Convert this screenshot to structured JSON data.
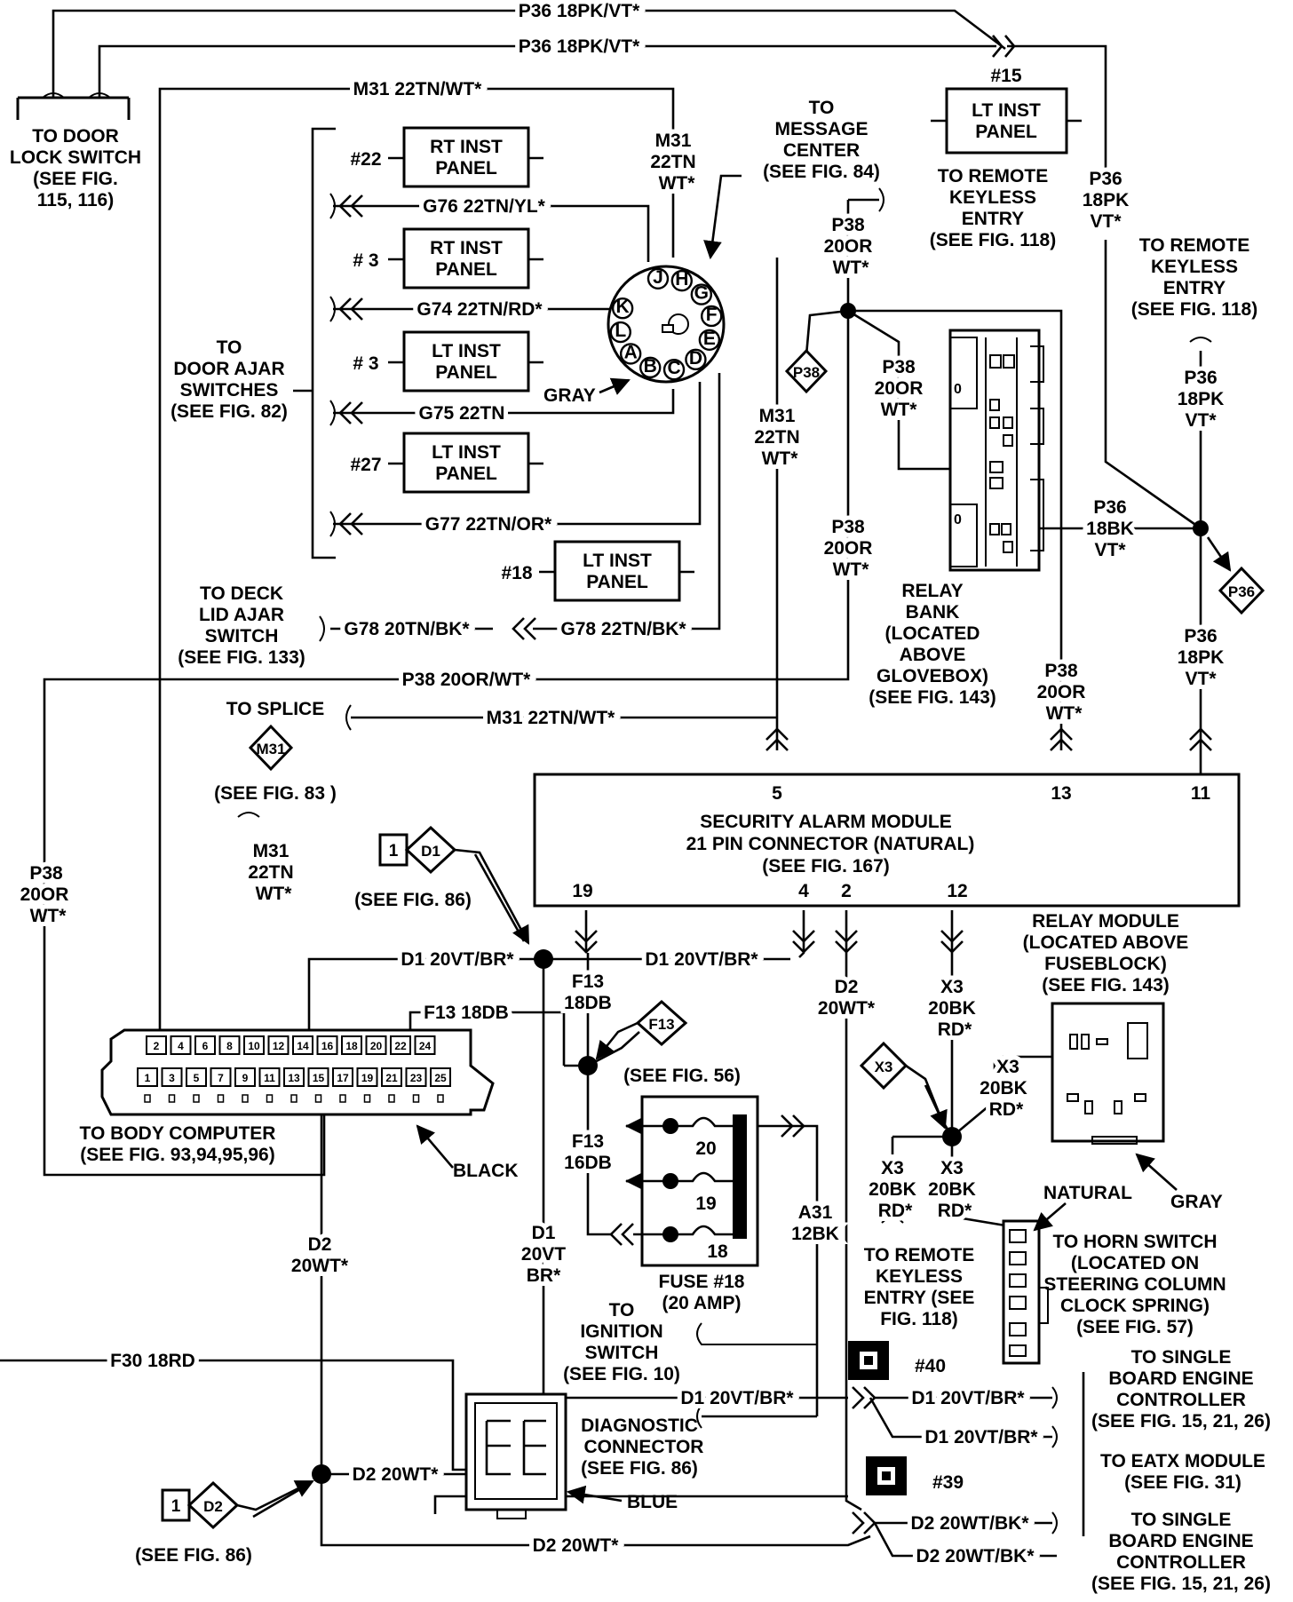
{
  "wires": {
    "p36_top1": "P36  18PK/VT*",
    "p36_top2": "P36  18PK/VT*",
    "m31_top": "M31  22TN/WT*",
    "g76": "G76 22TN/YL*",
    "g74": "G74 22TN/RD*",
    "g75": "G75 22TN",
    "g77": "G77 22TN/OR*",
    "g78_a": "G78 20TN/BK*",
    "g78_b": "G78 22TN/BK*",
    "p38_mid": "P38 20OR/WT*",
    "m31_mid": "M31 22TN/WT*",
    "d1_a": "D1 20VT/BR*",
    "d1_b": "D1 20VT/BR*",
    "f13": "F13 18DB",
    "f30": "F30 18RD",
    "d1_c": "D1 20VT/BR*",
    "d1_d": "D1 20VT/BR*",
    "d1_e": "D1 20VT/BR*",
    "d2_a": "D2 20WT*",
    "d2_b": "D2 20WT*",
    "d2_c": "D2 20WT/BK*",
    "d2_d": "D2 20WT/BK*"
  },
  "vlabels": {
    "m31_clock": [
      "M31",
      "22TN",
      "WT*"
    ],
    "m31_vert": [
      "M31",
      "22TN",
      "WT*"
    ],
    "m31_left": [
      "M31",
      "22TN",
      "WT*"
    ],
    "p38_top": [
      "P38",
      "20OR",
      "WT*"
    ],
    "p38_relay": [
      "P38",
      "20OR",
      "WT*"
    ],
    "p38_low": [
      "P38",
      "20OR",
      "WT*"
    ],
    "p38_right": [
      "P38",
      "20OR",
      "WT*"
    ],
    "p38_left": [
      "P38",
      "20OR",
      "WT*"
    ],
    "p36_a": [
      "P36",
      "18PK",
      "VT*"
    ],
    "p36_b": [
      "P36",
      "18PK",
      "VT*"
    ],
    "p36_bk": [
      "P36",
      "18BK",
      "VT*"
    ],
    "p36_c": [
      "P36",
      "18PK",
      "VT*"
    ],
    "f13_a": [
      "F13",
      "18DB"
    ],
    "f13_b": [
      "F13",
      "16DB"
    ],
    "d2_mid": [
      "D2",
      "20WT*"
    ],
    "d2_left": [
      "D2",
      "20WT*"
    ],
    "d1_vert": [
      "D1",
      "20VT",
      "BR*"
    ],
    "x3_a": [
      "X3",
      "20BK",
      "RD*"
    ],
    "x3_b": [
      "X3",
      "20BK",
      "RD*"
    ],
    "x3_c": [
      "X3",
      "20BK",
      "RD*"
    ],
    "x3_d": [
      "X3",
      "20BK",
      "RD*"
    ],
    "a31": [
      "A31",
      "12BK"
    ]
  },
  "components": {
    "door_lock": [
      "TO DOOR",
      "LOCK SWITCH",
      "(SEE FIG.",
      "115, 116)"
    ],
    "door_ajar": [
      "TO",
      "DOOR AJAR",
      "SWITCHES",
      "(SEE FIG. 82)"
    ],
    "message_center": [
      "TO",
      "MESSAGE",
      "CENTER",
      "(SEE FIG. 84)"
    ],
    "remote_keyless_1": [
      "TO REMOTE",
      "KEYLESS",
      "ENTRY",
      "(SEE FIG. 118)"
    ],
    "remote_keyless_2": [
      "TO REMOTE",
      "KEYLESS",
      "ENTRY",
      "(SEE FIG. 118)"
    ],
    "remote_keyless_3": [
      "TO REMOTE",
      "KEYLESS",
      "ENTRY (SEE",
      "FIG. 118)"
    ],
    "deck_lid": [
      "TO DECK",
      "LID AJAR",
      "SWITCH",
      "(SEE FIG. 133)"
    ],
    "relay_bank": [
      "RELAY",
      "BANK",
      "(LOCATED",
      "ABOVE",
      "GLOVEBOX)",
      "(SEE FIG. 143)"
    ],
    "splice": "TO  SPLICE",
    "splice_fig": "(SEE FIG. 83 )",
    "sam_title": "SECURITY ALARM MODULE",
    "sam_sub": "21 PIN CONNECTOR (NATURAL)",
    "sam_fig": "(SEE FIG. 167)",
    "relay_module": [
      "RELAY MODULE",
      "(LOCATED ABOVE",
      "FUSEBLOCK)",
      "(SEE FIG. 143)"
    ],
    "body_computer": [
      "TO BODY COMPUTER",
      "(SEE FIG. 93,94,95,96)"
    ],
    "black": "BLACK",
    "gray_clock": "GRAY",
    "see_fig_86a": "(SEE FIG. 86)",
    "see_fig_86b": "(SEE FIG. 86)",
    "see_fig_56": "(SEE FIG. 56)",
    "fuse": [
      "FUSE #18",
      "(20 AMP)"
    ],
    "ignition": [
      "TO",
      "IGNITION",
      "SWITCH",
      "(SEE FIG. 10)"
    ],
    "horn_switch": [
      "TO HORN SWITCH",
      "(LOCATED ON",
      "STEERING COLUMN",
      "CLOCK SPRING)",
      "(SEE FIG. 57)"
    ],
    "natural": "NATURAL",
    "gray_relay": "GRAY",
    "diag_conn": [
      "DIAGNOSTIC",
      "CONNECTOR",
      "(SEE FIG. 86)"
    ],
    "blue": "BLUE",
    "sbec_1": [
      "TO SINGLE",
      "BOARD ENGINE",
      "CONTROLLER",
      "(SEE FIG. 15, 21, 26)"
    ],
    "eatx": [
      "TO EATX MODULE",
      "(SEE FIG. 31)"
    ],
    "sbec_2": [
      "TO SINGLE",
      "BOARD ENGINE",
      "CONTROLLER",
      "(SEE FIG. 15, 21, 26)"
    ]
  },
  "panels": {
    "lt15": [
      "LT INST",
      "PANEL"
    ],
    "rt22": [
      "RT INST",
      "PANEL"
    ],
    "rt3": [
      "RT INST",
      "PANEL"
    ],
    "lt3": [
      "LT INST",
      "PANEL"
    ],
    "lt27": [
      "LT INST",
      "PANEL"
    ],
    "lt18": [
      "LT INST",
      "PANEL"
    ]
  },
  "refs": {
    "n15": "#15",
    "n22": "#22",
    "n3a": "# 3",
    "n3b": "# 3",
    "n27": "#27",
    "n18": "#18",
    "n40": "#40",
    "n39": "#39"
  },
  "diamonds": {
    "p38": "P38",
    "p36": "P36",
    "m31": "M31",
    "d1": "D1",
    "f13": "F13",
    "x3": "X3",
    "d2": "D2",
    "d1_num": "1",
    "d2_num": "1"
  },
  "pins": {
    "sam": [
      "5",
      "13",
      "11",
      "19",
      "4",
      "2",
      "12"
    ],
    "clock": [
      "J",
      "H",
      "G",
      "F",
      "E",
      "D",
      "C",
      "B",
      "A",
      "L",
      "K"
    ],
    "fuse": [
      "20",
      "19",
      "18"
    ],
    "bc_top": [
      "2",
      "4",
      "6",
      "8",
      "10",
      "12",
      "14",
      "16",
      "18",
      "20",
      "22",
      "24"
    ],
    "bc_bot": [
      "1",
      "3",
      "5",
      "7",
      "9",
      "11",
      "13",
      "15",
      "17",
      "19",
      "21",
      "23",
      "25"
    ]
  },
  "relay_bank_marks": [
    "0",
    "0"
  ]
}
